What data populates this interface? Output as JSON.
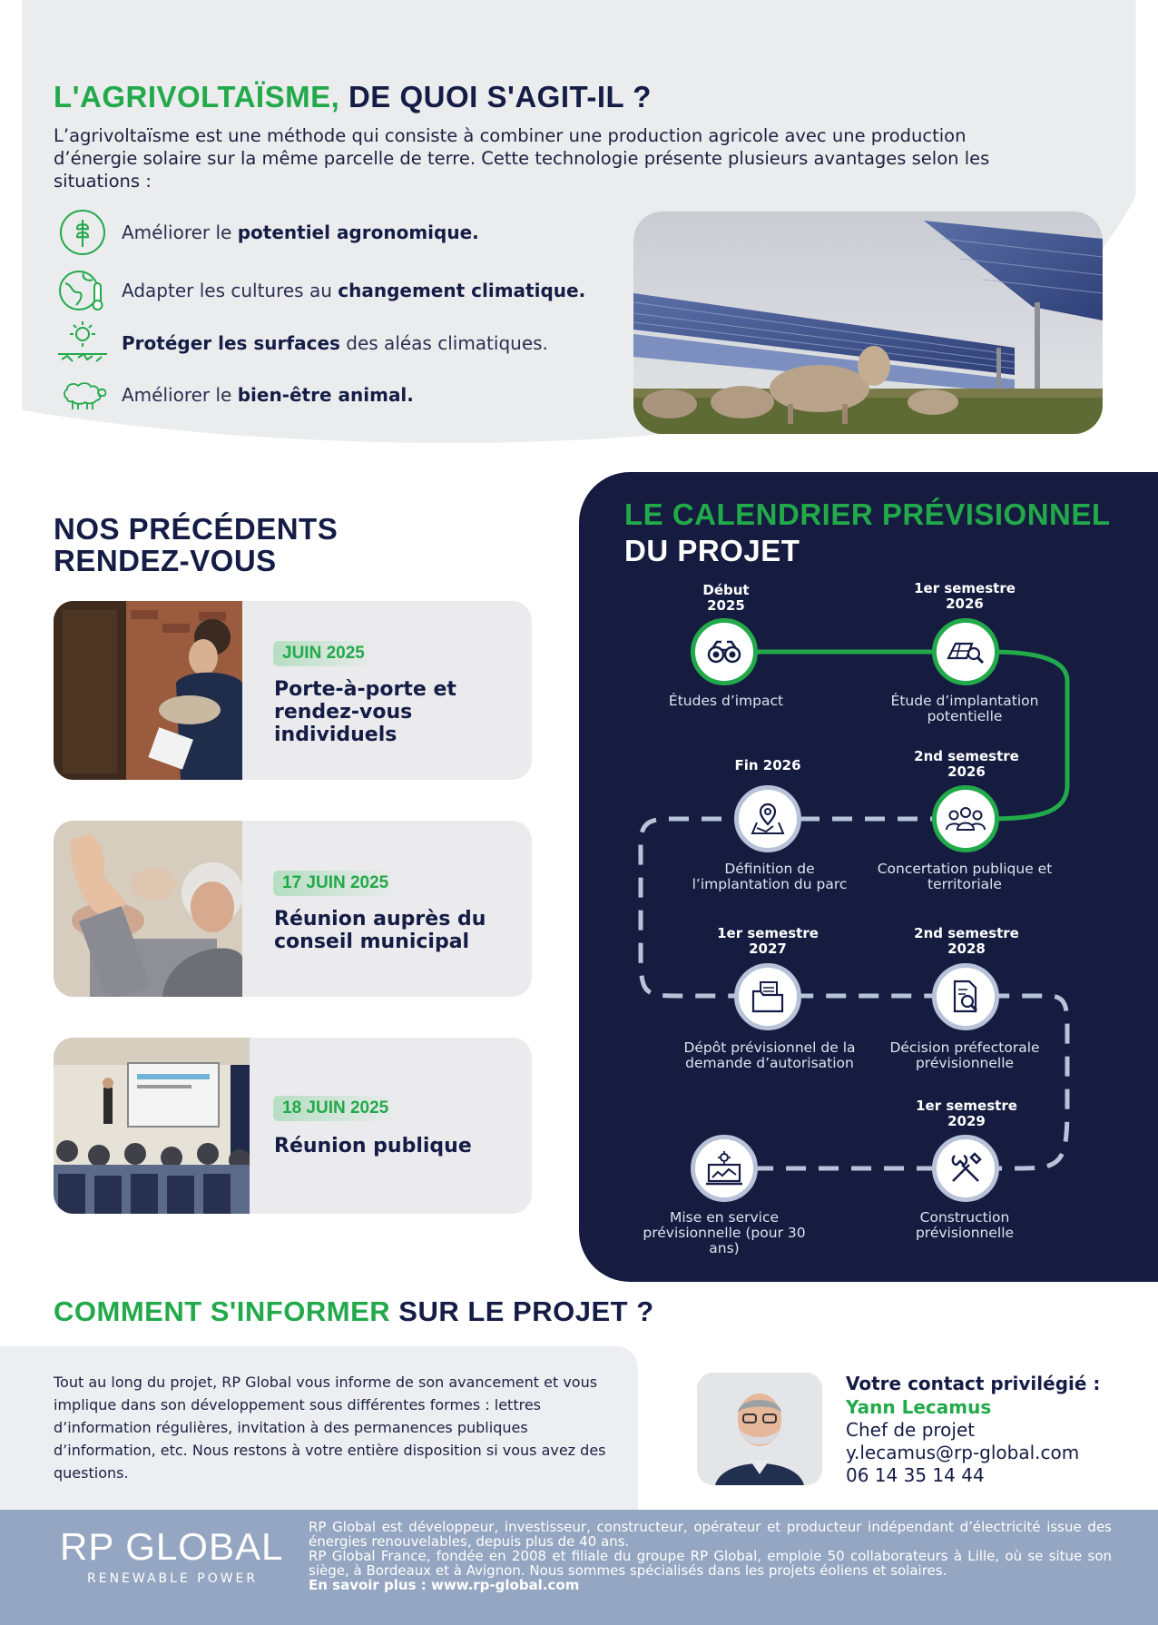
{
  "intro": {
    "title_green": "L'AGRIVOLTAÏSME,",
    "title_navy": "DE QUOI S'AGIT-IL ?",
    "text": "L’agrivoltaïsme est une méthode qui consiste à combiner une production agricole avec une production d’énergie solaire sur la même parcelle de terre. Cette technologie présente plusieurs avantages selon les situations :",
    "benefits": [
      {
        "pre": "Améliorer le ",
        "bold": "potentiel agronomique.",
        "post": "",
        "icon": "wheat-icon"
      },
      {
        "pre": "Adapter les cultures au ",
        "bold": "changement climatique.",
        "post": "",
        "icon": "globe-thermometer-icon"
      },
      {
        "pre": "",
        "bold": "Protéger les surfaces",
        "post": " des aléas climatiques.",
        "icon": "sun-cracked-ground-icon"
      },
      {
        "pre": "Améliorer le ",
        "bold": "bien-être animal.",
        "post": "",
        "icon": "sheep-icon"
      }
    ]
  },
  "meetings": {
    "title_line1": "NOS PRÉCÉDENTS",
    "title_line2": "RENDEZ-VOUS",
    "items": [
      {
        "date": "JUIN 2025",
        "title": "Porte-à-porte et rendez-vous individuels"
      },
      {
        "date": "17 JUIN 2025",
        "title": "Réunion auprès du conseil municipal"
      },
      {
        "date": "18 JUIN 2025",
        "title": "Réunion publique"
      }
    ]
  },
  "calendar": {
    "title_line1": "LE CALENDRIER PRÉVISIONNEL",
    "title_line2": "DU PROJET",
    "steps": [
      {
        "date1": "Début",
        "date2": "2025",
        "label": "Études d’impact",
        "icon": "binoculars-icon",
        "done": true
      },
      {
        "date1": "1er semestre",
        "date2": "2026",
        "label": "Étude d’implantation potentielle",
        "icon": "solar-panel-magnifier-icon",
        "done": true
      },
      {
        "date1": "2nd semestre",
        "date2": "2026",
        "label": "Concertation publique et territoriale",
        "icon": "people-group-icon",
        "done": true
      },
      {
        "date1": "Fin 2026",
        "date2": "",
        "label": "Définition de l’implantation du parc",
        "icon": "map-pin-icon",
        "done": false
      },
      {
        "date1": "1er semestre",
        "date2": "2027",
        "label": "Dépôt  prévisionnel de la demande d’autorisation",
        "icon": "folder-documents-icon",
        "done": false
      },
      {
        "date1": "2nd semestre",
        "date2": "2028",
        "label": "Décision préfectorale prévisionnelle",
        "icon": "document-magnifier-icon",
        "done": false
      },
      {
        "date1": "1er semestre",
        "date2": "2029",
        "label": "Construction prévisionnelle",
        "icon": "tools-icon",
        "done": false
      },
      {
        "date1": "",
        "date2": "",
        "label": "Mise en service prévisionnelle (pour 30 ans)",
        "icon": "monitor-chart-icon",
        "done": false
      }
    ]
  },
  "inform": {
    "title_green": "COMMENT S'INFORMER",
    "title_navy": "SUR LE PROJET ?",
    "text": "Tout au long du projet, RP Global vous informe de son avancement et vous implique dans son développement sous différentes formes : lettres d’information régulières, invitation à des  permanences publiques d’information, etc. Nous restons à votre entière disposition si vous avez des questions."
  },
  "contact": {
    "heading": "Votre contact privilégié :",
    "name": "Yann Lecamus",
    "role": "Chef de projet",
    "email": "y.lecamus@rp-global.com",
    "phone": "06 14 35 14 44"
  },
  "footer": {
    "logo": "RP GLOBAL",
    "logo_sub": "RENEWABLE POWER",
    "text1": "RP Global est développeur, investisseur, constructeur, opérateur et producteur indépendant d’électricité issue des énergies renouvelables, depuis plus de 40 ans.",
    "text2": "RP Global France, fondée en 2008 et filiale du groupe RP Global, emploie 50 collaborateurs à Lille, où se situe son siège, à Bordeaux et à Avignon. Nous sommes spécialisés dans les projets éoliens et solaires.",
    "more": "En savoir plus : www.rp-global.com"
  },
  "colors": {
    "green": "#22a94a",
    "navy": "#151c45",
    "footer_bg": "#94a6c1",
    "grey_bg": "#ebebed"
  }
}
